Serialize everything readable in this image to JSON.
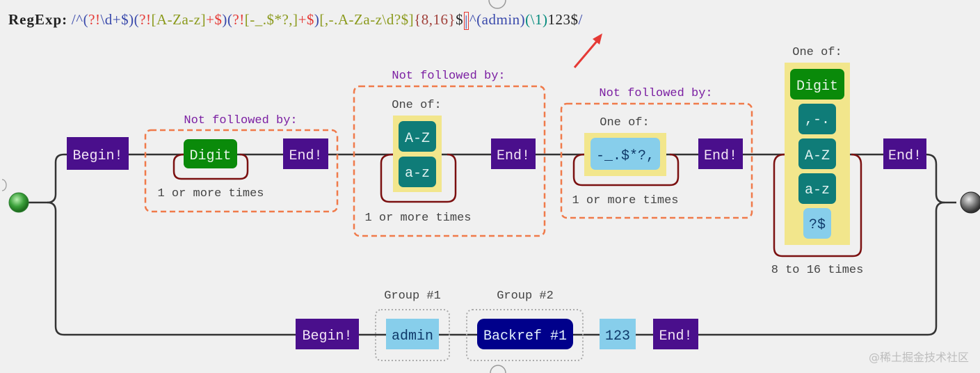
{
  "regex": {
    "label": "RegExp:",
    "tokens": [
      {
        "text": "/^",
        "color": "#3949ab"
      },
      {
        "text": "(",
        "color": "#3949ab"
      },
      {
        "text": "?!",
        "color": "#e53935"
      },
      {
        "text": "\\d+$",
        "color": "#3949ab"
      },
      {
        "text": ")",
        "color": "#3949ab"
      },
      {
        "text": "(",
        "color": "#3949ab"
      },
      {
        "text": "?!",
        "color": "#e53935"
      },
      {
        "text": "[A-Za-z]",
        "color": "#8b9a1d"
      },
      {
        "text": "+$",
        "color": "#e53935"
      },
      {
        "text": ")",
        "color": "#3949ab"
      },
      {
        "text": "(",
        "color": "#3949ab"
      },
      {
        "text": "?!",
        "color": "#e53935"
      },
      {
        "text": "[-_.$*?,]",
        "color": "#8b9a1d"
      },
      {
        "text": "+$",
        "color": "#e53935"
      },
      {
        "text": ")",
        "color": "#3949ab"
      },
      {
        "text": "[,-.A-Za-z\\d?$]",
        "color": "#8b9a1d"
      },
      {
        "text": "{8,16}",
        "color": "#a0403a"
      },
      {
        "text": "$",
        "color": "#222222"
      }
    ],
    "alternation": "|",
    "tokens_after": [
      {
        "text": "^",
        "color": "#3949ab"
      },
      {
        "text": "(admin)",
        "color": "#3949ab"
      },
      {
        "text": "(\\1)",
        "color": "#00897b"
      },
      {
        "text": "123$",
        "color": "#222222"
      },
      {
        "text": "/",
        "color": "#3949ab"
      }
    ]
  },
  "diagram": {
    "branch1": {
      "begin": "Begin!",
      "lookahead1": {
        "header": "Not followed by:",
        "node": "Digit",
        "repeat": "1 or more times",
        "end": "End!"
      },
      "lookahead2": {
        "header": "Not followed by:",
        "one_of": "One of:",
        "nodes": [
          "A-Z",
          "a-z"
        ],
        "repeat": "1 or more times",
        "end": "End!"
      },
      "lookahead3": {
        "header": "Not followed by:",
        "one_of": "One of:",
        "node": "-_.$*?,",
        "repeat": "1 or more times",
        "end": "End!"
      },
      "charset": {
        "one_of": "One of:",
        "nodes": [
          "Digit",
          ",-.",
          "A-Z",
          "a-z",
          "?$"
        ],
        "repeat": "8 to 16 times"
      },
      "end": "End!"
    },
    "branch2": {
      "begin": "Begin!",
      "group1": {
        "label": "Group #1",
        "node": "admin"
      },
      "group2": {
        "label": "Group #2",
        "node": "Backref #1"
      },
      "literal": "123",
      "end": "End!"
    },
    "colors": {
      "anchor": "#4a0f8c",
      "digit": "#0a8a0a",
      "range": "#0f7c78",
      "literal": "#87ceeb",
      "backref": "#00008b",
      "charset_bg": "#f2e68c",
      "repeat": "#7b1010",
      "lookahead": "#f07a4a"
    }
  },
  "watermark": "@稀土掘金技术社区"
}
